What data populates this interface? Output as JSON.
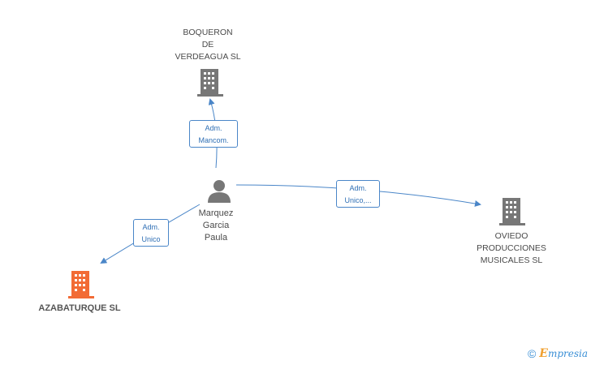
{
  "nodes": {
    "boqueron": {
      "label": "BOQUERON\nDE\nVERDEAGUA SL",
      "type": "company"
    },
    "person": {
      "label": "Marquez\nGarcia\nPaula",
      "type": "person"
    },
    "oviedo": {
      "label": "OVIEDO\nPRODUCCIONES\nMUSICALES SL",
      "type": "company"
    },
    "azabaturque": {
      "label": "AZABATURQUE SL",
      "type": "company",
      "highlighted": true
    }
  },
  "edges": {
    "to_boqueron": "Adm.\nMancom.",
    "to_oviedo": "Adm.\nUnico,...",
    "to_azabaturque": "Adm.\nUnico"
  },
  "colors": {
    "edge": "#4a86c8",
    "company_icon": "#777777",
    "highlight_icon": "#f26b35",
    "person_icon": "#777777"
  },
  "footer": {
    "copyright_symbol": "©",
    "brand_initial": "E",
    "brand_rest": "mpresia"
  }
}
